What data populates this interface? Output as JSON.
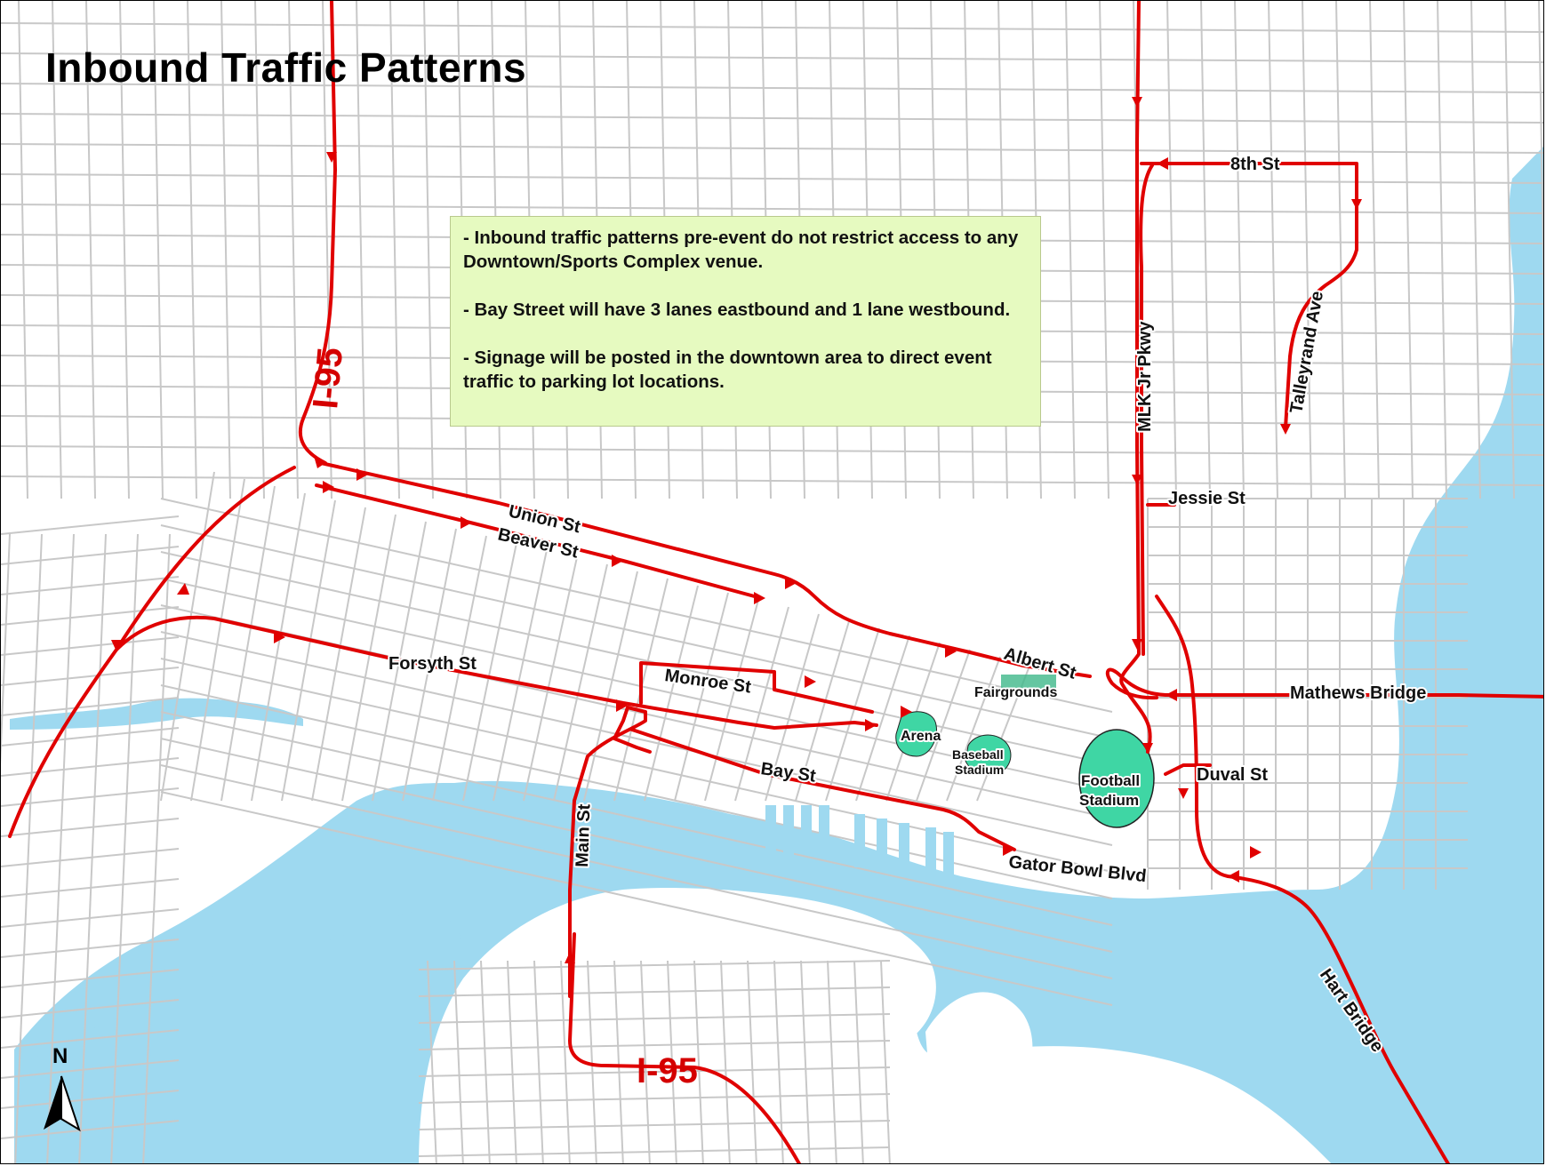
{
  "title": "Inbound Traffic Patterns",
  "notes": [
    "- Inbound traffic patterns pre-event do not restrict access to any Downtown/Sports Complex venue.",
    "- Bay Street will have 3 lanes eastbound and 1 lane westbound.",
    "- Signage will be posted in the downtown area to direct event traffic to parking lot locations."
  ],
  "highways": {
    "i95_north": "I-95",
    "i95_south": "I-95"
  },
  "streets": {
    "union": "Union St",
    "beaver": "Beaver St",
    "forsyth": "Forsyth St",
    "monroe": "Monroe St",
    "bay": "Bay St",
    "albert": "Albert St",
    "main": "Main St",
    "gator_bowl": "Gator Bowl Blvd",
    "mlk": "MLK Jr Pkwy",
    "eighth": "8th St",
    "talleyrand": "Talleyrand Ave",
    "jessie": "Jessie St",
    "duval": "Duval St",
    "mathews": "Mathews Bridge",
    "hart": "Hart Bridge"
  },
  "venues": {
    "fairgrounds": "Fairgrounds",
    "arena": "Arena",
    "baseball_1": "Baseball",
    "baseball_2": "Stadium",
    "football_1": "Football",
    "football_2": "Stadium"
  },
  "compass": "N",
  "colors": {
    "water": "#9ed9f0",
    "route": "#e00000",
    "road": "#c8c8c8",
    "venue": "#3fd6a4",
    "note_bg": "#e6fac0"
  }
}
